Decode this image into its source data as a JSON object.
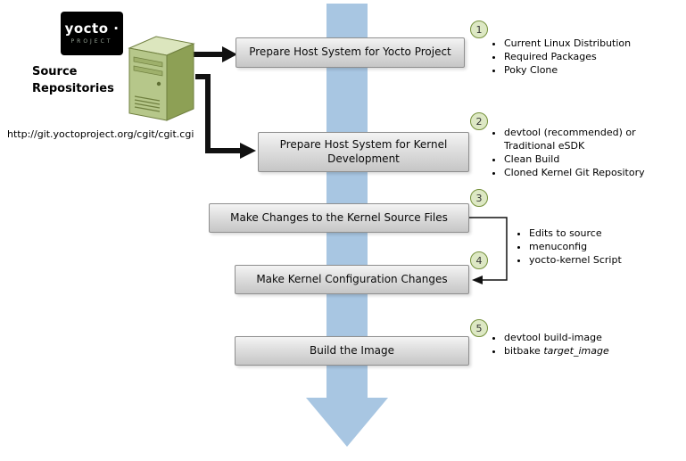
{
  "diagram": {
    "title_hint": "Yocto Project kernel development workflow",
    "logo": {
      "brand": "yocto ·",
      "sub": "PROJECT"
    },
    "source_label": "Source Repositories",
    "source_url": "http://git.yoctoproject.org/cgit/cgit.cgi",
    "icons": {
      "server": "server-tower-icon",
      "main_flow": "large-down-arrow",
      "connectors": "black-elbow-arrows"
    },
    "colors": {
      "flow_arrow_blue": "#a8c6e2",
      "circle_fill": "#dde8c4",
      "circle_border": "#76923c",
      "box_gradient_top": "#f4f4f4",
      "box_gradient_bottom": "#c6c6c6",
      "box_border": "#8f8f8f",
      "logo_bg": "#000000",
      "server_green": "#b6c78a"
    },
    "steps": [
      {
        "num": "1",
        "label": "Prepare Host System for Yocto Project",
        "bullets": [
          "Current Linux Distribution",
          "Required Packages",
          "Poky Clone"
        ]
      },
      {
        "num": "2",
        "label": "Prepare Host System for Kernel Development",
        "bullets": [
          "devtool (recommended) or Traditional eSDK",
          "Clean Build",
          "Cloned Kernel Git Repository"
        ]
      },
      {
        "num": "3",
        "label": "Make Changes to the Kernel Source Files",
        "bullets": []
      },
      {
        "num": "4",
        "label": "Make Kernel Configuration Changes",
        "bullets": []
      },
      {
        "num": "5",
        "label": "Build the Image",
        "bullets": [
          {
            "plain": "devtool build-image",
            "italic": ""
          },
          {
            "plain": "bitbake ",
            "italic": "target_image"
          }
        ]
      }
    ],
    "shared_tools_bullets": [
      "Edits to source",
      "menuconfig",
      "yocto-kernel Script"
    ]
  }
}
